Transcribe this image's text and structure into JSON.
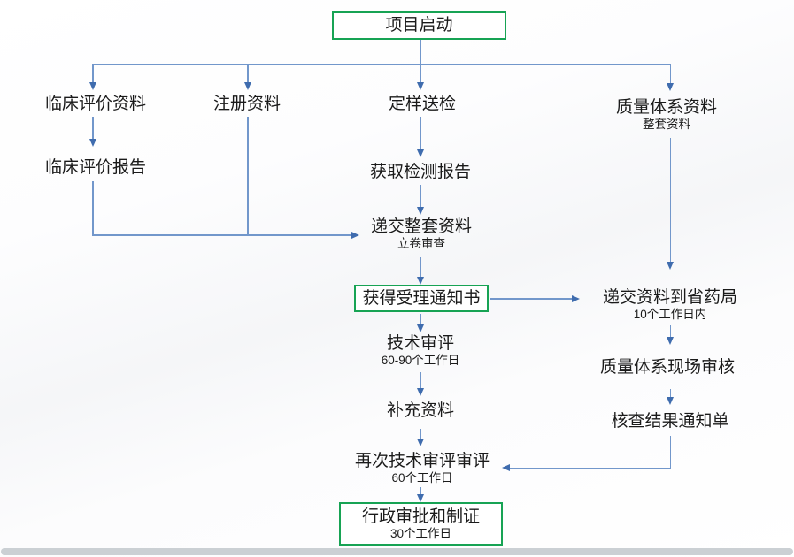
{
  "colors": {
    "line": "#7297cb",
    "arrow": "#3f6cae",
    "box-green": "#17a354",
    "text": "#1a1a1a",
    "scrollbar": "#cbd0d4"
  },
  "flowchart": {
    "start": {
      "label": "项目启动"
    },
    "clinical_materials": {
      "label": "临床评价资料"
    },
    "registration_materials": {
      "label": "注册资料"
    },
    "sample_submission": {
      "label": "定样送检"
    },
    "quality_system_materials": {
      "label": "质量体系资料",
      "sublabel": "整套资料"
    },
    "clinical_report": {
      "label": "临床评价报告"
    },
    "test_report": {
      "label": "获取检测报告"
    },
    "submit_full_set": {
      "label": "递交整套资料",
      "sublabel": "立卷审查"
    },
    "acceptance_notice": {
      "label": "获得受理通知书"
    },
    "technical_review": {
      "label": "技术审评",
      "sublabel": "60-90个工作日"
    },
    "supplementary_materials": {
      "label": "补充资料"
    },
    "second_technical_review": {
      "label": "再次技术审评审评",
      "sublabel": "60个工作日"
    },
    "administrative_approval": {
      "label": "行政审批和制证",
      "sublabel": "30个工作日"
    },
    "submit_to_provincial_bureau": {
      "label": "递交资料到省药局",
      "sublabel": "10个工作日内"
    },
    "quality_onsite_audit": {
      "label": "质量体系现场审核"
    },
    "audit_result_notice": {
      "label": "核查结果通知单"
    }
  }
}
